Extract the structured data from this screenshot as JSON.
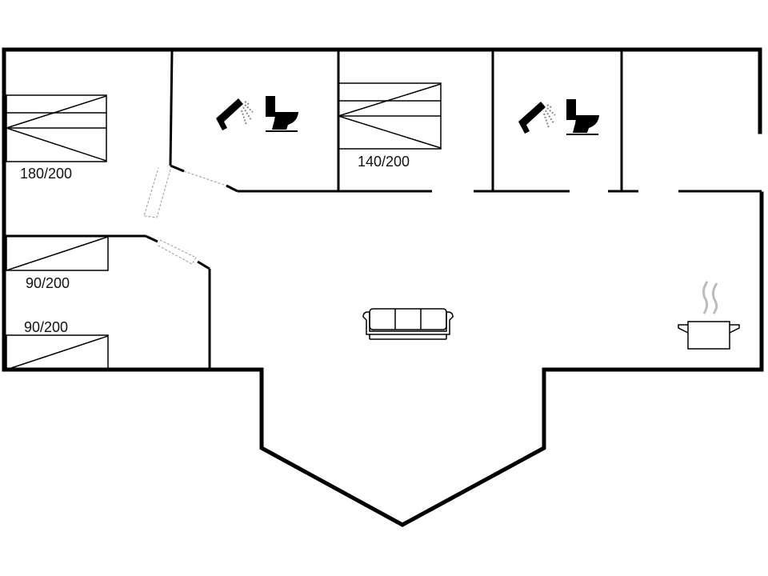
{
  "floorplan": {
    "rooms": {
      "bedroom_1": {
        "bed_label": "180/200"
      },
      "bedroom_2": {
        "bed_label": "140/200"
      },
      "bedroom_3": {
        "bed_label": "90/200"
      },
      "bedroom_4": {
        "bed_label": "90/200"
      }
    },
    "icons": [
      "shower-icon",
      "toilet-icon",
      "sofa-icon",
      "cooking-pot-icon"
    ],
    "colors": {
      "wall": "#000000",
      "background": "#ffffff"
    }
  }
}
